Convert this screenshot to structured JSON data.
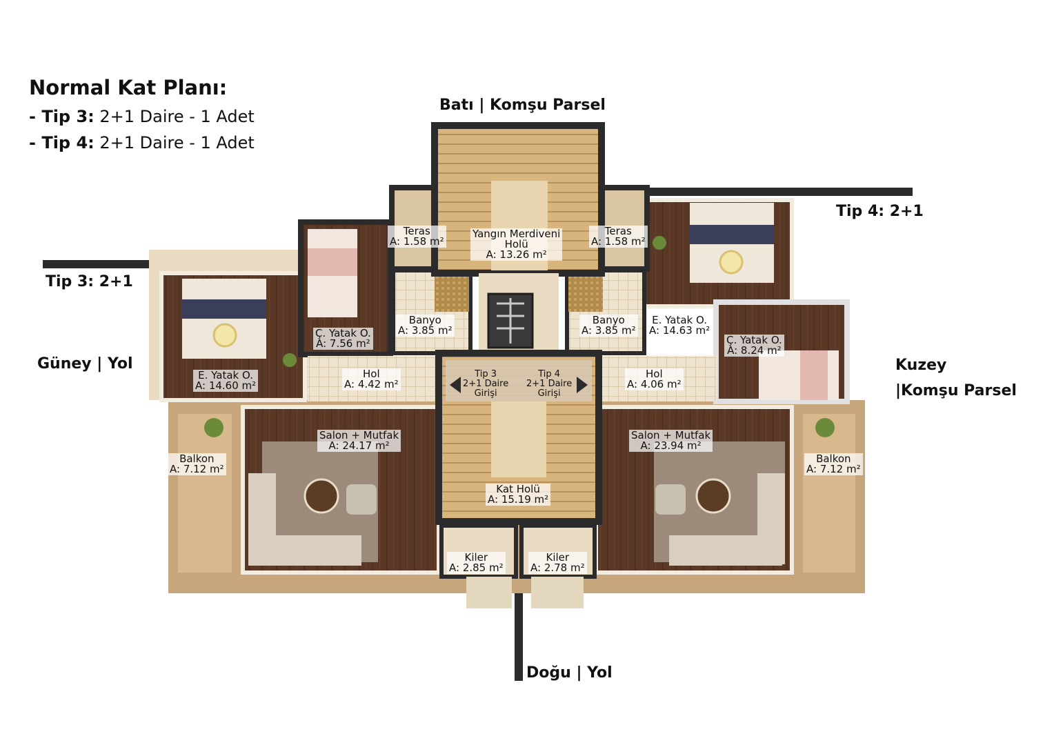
{
  "legend": {
    "title": "Normal Kat Planı:",
    "lines": [
      {
        "prefix": "- Tip 3:",
        "text": " 2+1 Daire  - 1 Adet"
      },
      {
        "prefix": "- Tip 4:",
        "text": " 2+1 Daire  - 1 Adet"
      }
    ]
  },
  "directions": {
    "west": "Batı | Komşu Parsel",
    "south": "Güney | Yol",
    "north_1": "Kuzey",
    "north_2": "|Komşu Parsel",
    "east": "Doğu | Yol",
    "tip3": "Tip 3: 2+1",
    "tip4": "Tip 4: 2+1"
  },
  "rooms": {
    "teras_left": {
      "name": "Teras",
      "area": "A: 1.58 m²"
    },
    "teras_right": {
      "name": "Teras",
      "area": "A: 1.58 m²"
    },
    "stair_hall": {
      "name": "Yangın Merdiveni",
      "name2": "Holü",
      "area": "A: 13.26 m²"
    },
    "c_yatak_left": {
      "name": "Ç. Yatak O.",
      "area": "A: 7.56 m²"
    },
    "banyo_left": {
      "name": "Banyo",
      "area": "A: 3.85 m²"
    },
    "banyo_right": {
      "name": "Banyo",
      "area": "A: 3.85 m²"
    },
    "e_yatak_right": {
      "name": "E. Yatak O.",
      "area": "A: 14.63 m²"
    },
    "c_yatak_right": {
      "name": "Ç. Yatak O.",
      "area": "A: 8.24 m²"
    },
    "e_yatak_left": {
      "name": "E. Yatak O.",
      "area": "A: 14.60 m²"
    },
    "hol_left": {
      "name": "Hol",
      "area": "A: 4.42 m²"
    },
    "hol_right": {
      "name": "Hol",
      "area": "A: 4.06 m²"
    },
    "salon_left": {
      "name": "Salon + Mutfak",
      "area": "A: 24.17 m²"
    },
    "salon_right": {
      "name": "Salon + Mutfak",
      "area": "A: 23.94 m²"
    },
    "balkon_left": {
      "name": "Balkon",
      "area": "A: 7.12 m²"
    },
    "balkon_right": {
      "name": "Balkon",
      "area": "A: 7.12 m²"
    },
    "kat_holu": {
      "name": "Kat Holü",
      "area": "A: 15.19 m²"
    },
    "kiler_left": {
      "name": "Kiler",
      "area": "A: 2.85 m²"
    },
    "kiler_right": {
      "name": "Kiler",
      "area": "A: 2.78 m²"
    }
  },
  "entrances": {
    "tip3": {
      "l1": "Tip 3",
      "l2": "2+1 Daire",
      "l3": "Girişi"
    },
    "tip4": {
      "l1": "Tip 4",
      "l2": "2+1 Daire",
      "l3": "Girişi"
    }
  },
  "colors": {
    "wall": "#2b2b2b",
    "wood_floor": "#5a3826",
    "light_floor": "#e9dcc3",
    "stair_wood": "#d6b27c",
    "terrace": "#c8a67c",
    "rug": "#a8998a"
  }
}
